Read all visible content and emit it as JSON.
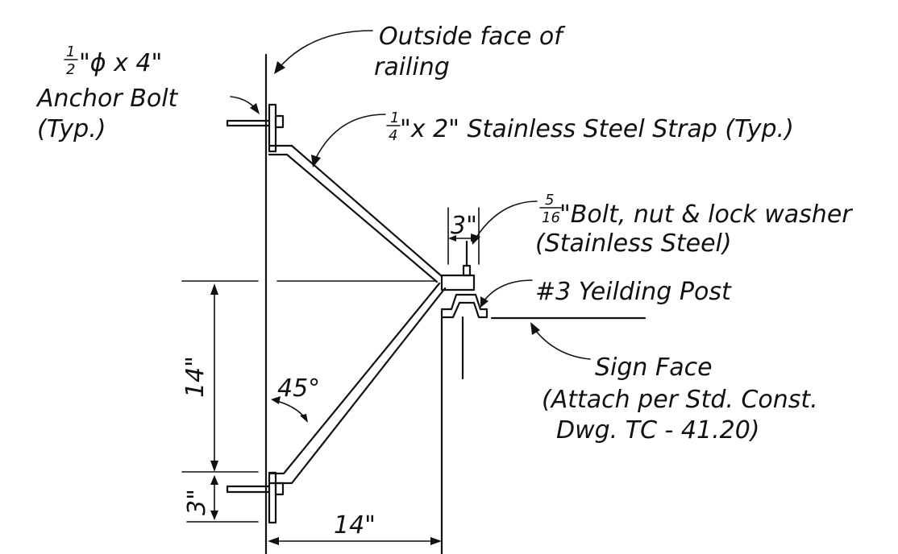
{
  "labels": {
    "outside_face_line1": "Outside face of",
    "outside_face_line2": "railing",
    "anchor_bolt_size_num": "1",
    "anchor_bolt_size_den": "2",
    "anchor_bolt_size_rest": "\"ϕ x 4\"",
    "anchor_bolt_line2": "Anchor Bolt",
    "anchor_bolt_line3": "(Typ.)",
    "strap_num": "1",
    "strap_den": "4",
    "strap_rest": "\"x 2\" Stainless Steel Strap (Typ.)",
    "bolt_num": "5",
    "bolt_den": "16",
    "bolt_rest": "\"Bolt, nut & lock washer",
    "bolt_line2": "(Stainless Steel)",
    "yielding_post": "#3 Yeilding Post",
    "sign_face_line1": "Sign Face",
    "sign_face_line2": "(Attach per Std. Const.",
    "sign_face_line3": "Dwg. TC - 41.20)"
  },
  "dimensions": {
    "bolt_offset": "3\"",
    "vertical_spacing": "14\"",
    "bottom_offset": "3\"",
    "horizontal_projection": "14\"",
    "strap_angle": "45°"
  },
  "colors": {
    "ink": "#111111",
    "paper": "#ffffff"
  }
}
